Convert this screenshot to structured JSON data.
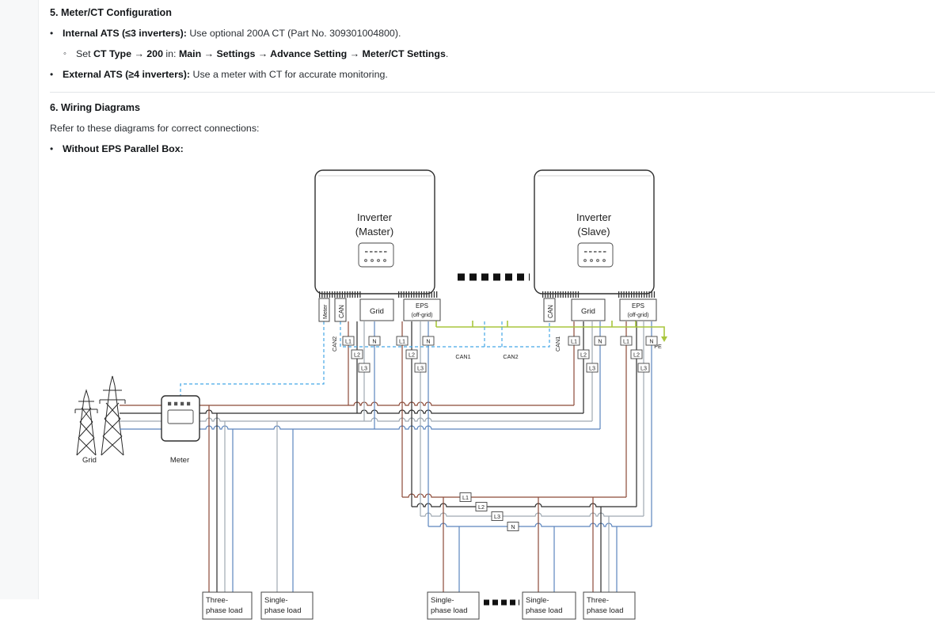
{
  "doc": {
    "s5": {
      "heading": "5. Meter/CT Configuration",
      "b1_bold": "Internal ATS (≤3 inverters):",
      "b1_text": " Use optional 200A CT (Part No. 309301004800).",
      "sub1_t1": "Set ",
      "sub1_b1": "CT Type → 200",
      "sub1_t2": " in: ",
      "sub1_b2": "Main → Settings → Advance Setting → Meter/CT Settings",
      "sub1_t3": ".",
      "b2_bold": "External ATS (≥4 inverters):",
      "b2_text": " Use a meter with CT for accurate monitoring."
    },
    "s6": {
      "heading": "6. Wiring Diagrams",
      "intro": "Refer to these diagrams for correct connections:",
      "b1_bold": "Without EPS Parallel Box:"
    }
  },
  "diagram": {
    "inverters": {
      "master1": "Inverter",
      "master2": "(Master)",
      "slave1": "Inverter",
      "slave2": "(Slave)"
    },
    "ports": {
      "meter": "Meter",
      "can": "CAN",
      "grid": "Grid",
      "eps1": "EPS",
      "eps2": "(off-grid)"
    },
    "wires": {
      "l1": "L1",
      "l2": "L2",
      "l3": "L3",
      "n": "N",
      "pe": "PE",
      "can1": "CAN1",
      "can2": "CAN2"
    },
    "captions": {
      "grid": "Grid",
      "meter": "Meter"
    },
    "loads": {
      "three1": "Three-",
      "three2": "phase load",
      "single1": "Single-",
      "single2": "phase load"
    },
    "colors": {
      "l1_brown": "#8c4a38",
      "l2_black": "#2b2b2b",
      "l3_gray": "#9fa9b2",
      "n_blue": "#5c85bd",
      "pe_green": "#a9c63d",
      "can_blue": "#45a7e6"
    }
  }
}
